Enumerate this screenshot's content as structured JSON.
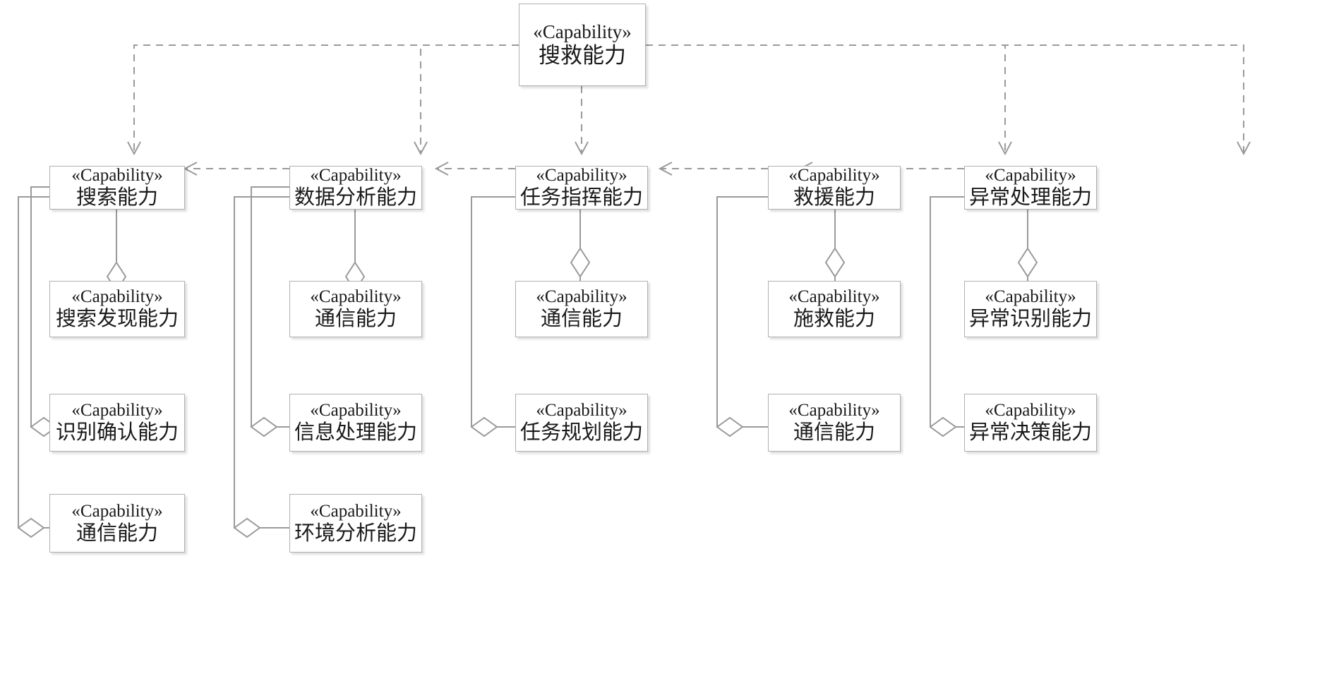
{
  "diagram": {
    "type": "uml-capability-hierarchy",
    "stereotype": "«Capability»",
    "colors": {
      "node_border": "#b0b0b0",
      "node_fill": "#ffffff",
      "link_line": "#9a9a9a",
      "text": "#1a1a1a"
    },
    "root": {
      "stereotype": "«Capability»",
      "name": "搜救能力"
    },
    "columns": [
      {
        "id": "col-search",
        "parent": {
          "stereotype": "«Capability»",
          "name": "搜索能力"
        },
        "children": [
          {
            "stereotype": "«Capability»",
            "name": "搜索发现能力"
          },
          {
            "stereotype": "«Capability»",
            "name": "识别确认能力"
          },
          {
            "stereotype": "«Capability»",
            "name": "通信能力"
          }
        ]
      },
      {
        "id": "col-data-analysis",
        "parent": {
          "stereotype": "«Capability»",
          "name": "数据分析能力"
        },
        "children": [
          {
            "stereotype": "«Capability»",
            "name": "通信能力"
          },
          {
            "stereotype": "«Capability»",
            "name": "信息处理能力"
          },
          {
            "stereotype": "«Capability»",
            "name": "环境分析能力"
          }
        ]
      },
      {
        "id": "col-mission-command",
        "parent": {
          "stereotype": "«Capability»",
          "name": "任务指挥能力"
        },
        "children": [
          {
            "stereotype": "«Capability»",
            "name": "通信能力"
          },
          {
            "stereotype": "«Capability»",
            "name": "任务规划能力"
          }
        ]
      },
      {
        "id": "col-rescue",
        "parent": {
          "stereotype": "«Capability»",
          "name": "救援能力"
        },
        "children": [
          {
            "stereotype": "«Capability»",
            "name": "施救能力"
          },
          {
            "stereotype": "«Capability»",
            "name": "通信能力"
          }
        ]
      },
      {
        "id": "col-exception",
        "parent": {
          "stereotype": "«Capability»",
          "name": "异常处理能力"
        },
        "children": [
          {
            "stereotype": "«Capability»",
            "name": "异常识别能力"
          },
          {
            "stereotype": "«Capability»",
            "name": "异常决策能力"
          }
        ]
      }
    ]
  }
}
